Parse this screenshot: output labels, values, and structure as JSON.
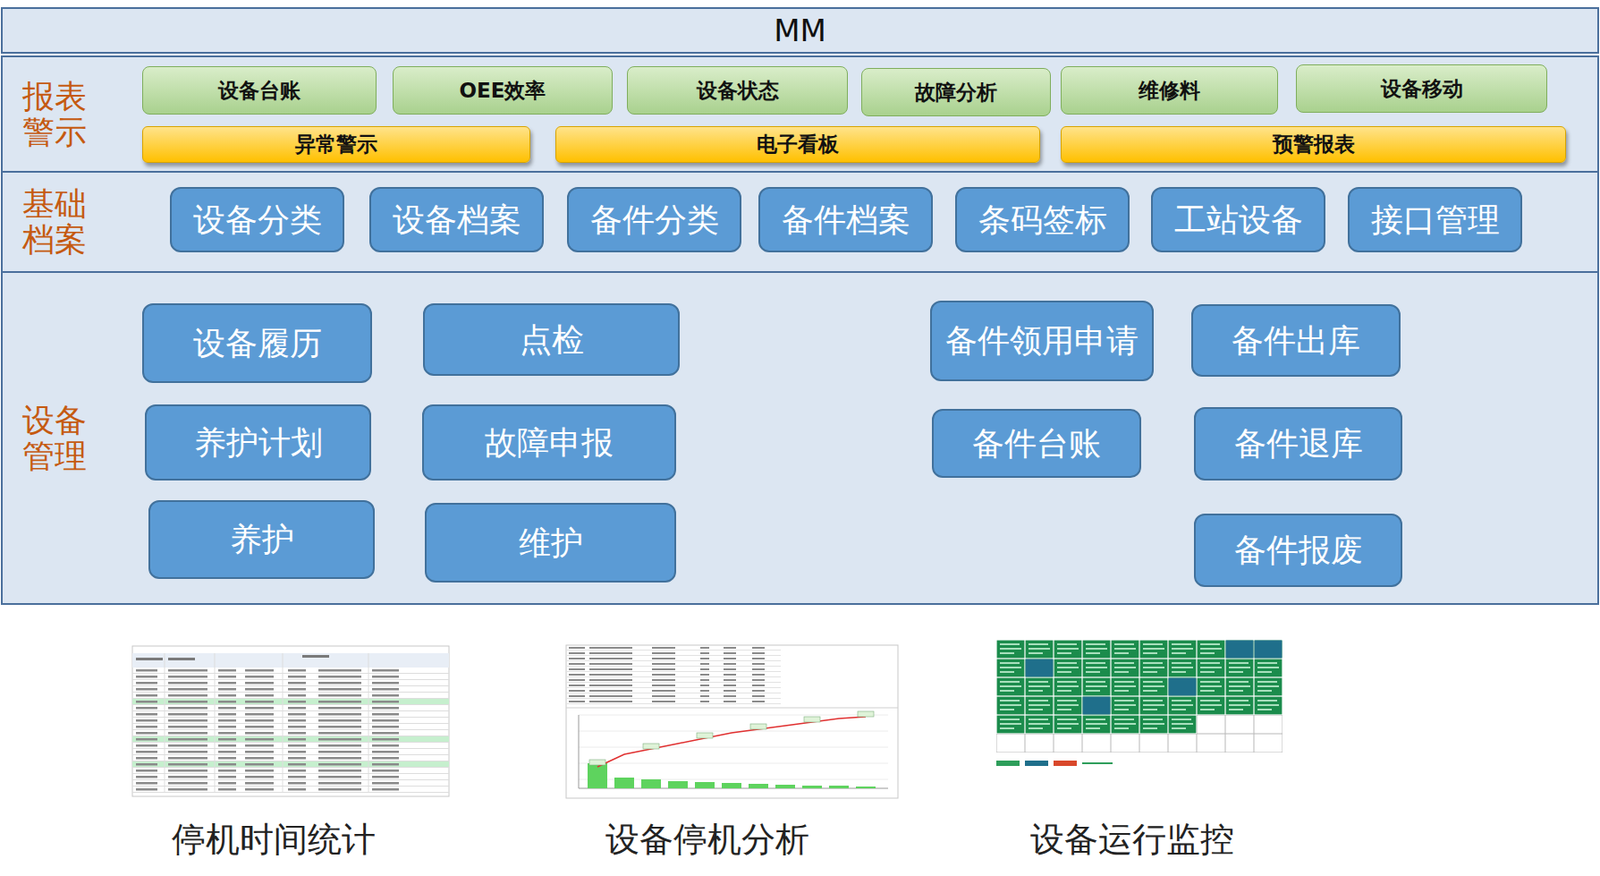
{
  "diagram": {
    "title": "MM",
    "nodes": [
      {
        "text": [
          "报表警示"
        ]
      },
      {
        "text": [
          "设备台账"
        ],
        "in": 0
      },
      {
        "text": [
          "OEE效率"
        ],
        "in": 0
      },
      {
        "text": [
          "设备状态"
        ],
        "in": 0
      },
      {
        "text": [
          "故障分析"
        ],
        "in": 0
      },
      {
        "text": [
          "维修料"
        ],
        "in": 0
      },
      {
        "text": [
          "设备移动"
        ],
        "in": 0
      },
      {
        "text": [
          "异常警示"
        ],
        "in": 0
      },
      {
        "text": [
          "电子看板"
        ],
        "in": 0
      },
      {
        "text": [
          "预警报表"
        ],
        "in": 0
      },
      {
        "text": [
          "基础档案"
        ]
      },
      {
        "text": [
          "设备分类"
        ],
        "in": 10
      },
      {
        "text": [
          "设备档案"
        ],
        "in": 10
      },
      {
        "text": [
          "备件分类"
        ],
        "in": 10
      },
      {
        "text": [
          "备件档案"
        ],
        "in": 10
      },
      {
        "text": [
          "条码签标"
        ],
        "in": 10
      },
      {
        "text": [
          "工站设备"
        ],
        "in": 10
      },
      {
        "text": [
          "接口管理"
        ],
        "in": 10
      },
      {
        "text": [
          "设备管理"
        ]
      },
      {
        "text": [
          "设备履历"
        ],
        "in": 18
      },
      {
        "text": [
          "点检"
        ],
        "in": 18
      },
      {
        "text": [
          "备件领用申请"
        ],
        "in": 18
      },
      {
        "text": [
          "备件出库"
        ],
        "in": 18
      },
      {
        "text": [
          "养护计划"
        ],
        "in": 18
      },
      {
        "text": [
          "故障申报"
        ],
        "in": 18
      },
      {
        "text": [
          "备件台账"
        ],
        "in": 18
      },
      {
        "text": [
          "备件退库"
        ],
        "in": 18
      },
      {
        "text": [
          "养护"
        ],
        "in": 18
      },
      {
        "text": [
          "维护"
        ],
        "in": 18
      },
      {
        "text": [
          "备件报废"
        ],
        "in": 18
      }
    ],
    "labels": [
      "停机时间统计",
      "设备停机分析",
      "设备运行监控"
    ]
  }
}
